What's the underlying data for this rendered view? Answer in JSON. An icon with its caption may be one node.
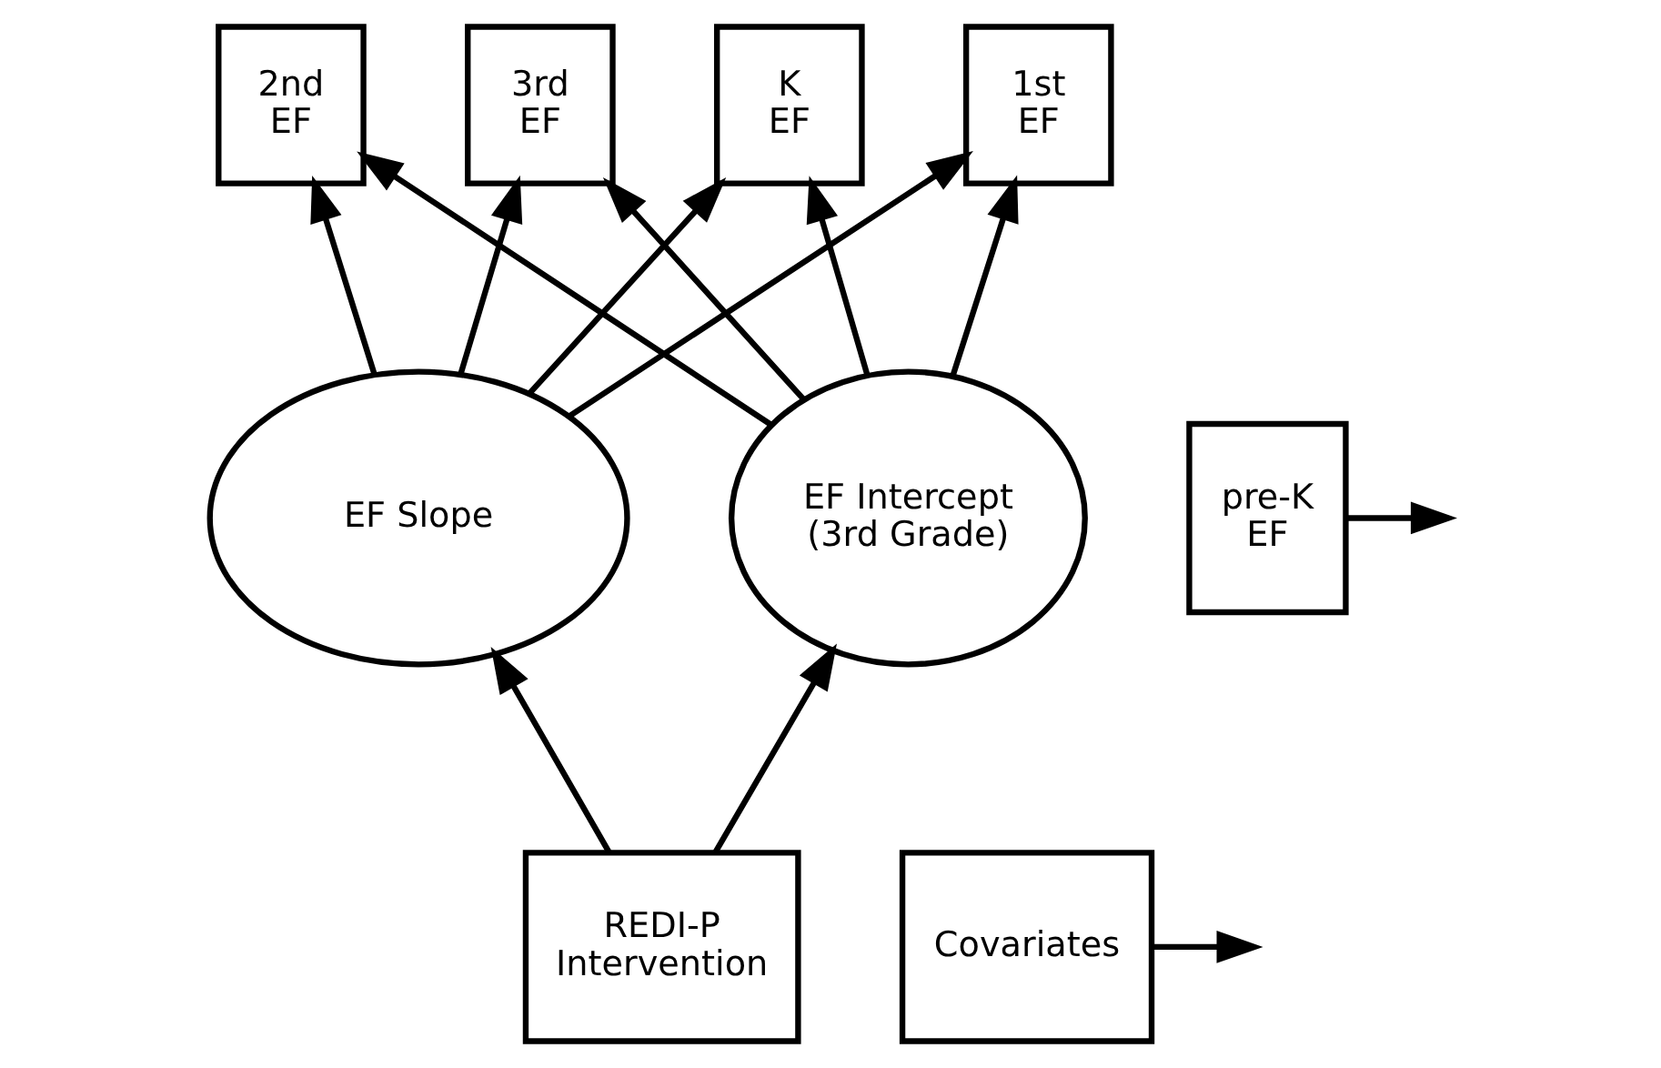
{
  "diagram": {
    "nodes": [
      {
        "text": [
          "K EF"
        ]
      },
      {
        "text": [
          "1st EF"
        ]
      },
      {
        "text": [
          "2nd EF"
        ]
      },
      {
        "text": [
          "3rd EF"
        ]
      },
      {
        "text": [
          "pre-K EF"
        ]
      },
      {
        "text": [
          "EF Slope"
        ]
      },
      {
        "text": [
          "EF Intercept (3rd Grade)"
        ]
      },
      {
        "text": [
          "Covariates"
        ]
      },
      {
        "text": [
          "REDI-P Intervention"
        ]
      }
    ],
    "edges": [
      {
        "from": 5,
        "to": 0,
        "arrow": "to"
      },
      {
        "from": 5,
        "to": 1,
        "arrow": "to"
      },
      {
        "from": 5,
        "to": 2,
        "arrow": "to"
      },
      {
        "from": 5,
        "to": 3,
        "arrow": "to"
      },
      {
        "from": 6,
        "to": 0,
        "arrow": "to"
      },
      {
        "from": 6,
        "to": 1,
        "arrow": "to"
      },
      {
        "from": 6,
        "to": 2,
        "arrow": "to"
      },
      {
        "from": 6,
        "to": 3,
        "arrow": "to"
      },
      {
        "from": 8,
        "to": 5,
        "arrow": "to"
      },
      {
        "from": 8,
        "to": 6,
        "arrow": "to"
      },
      {
        "from": 4,
        "to": null,
        "arrow": "to"
      },
      {
        "from": 7,
        "to": null,
        "arrow": "to"
      }
    ]
  }
}
